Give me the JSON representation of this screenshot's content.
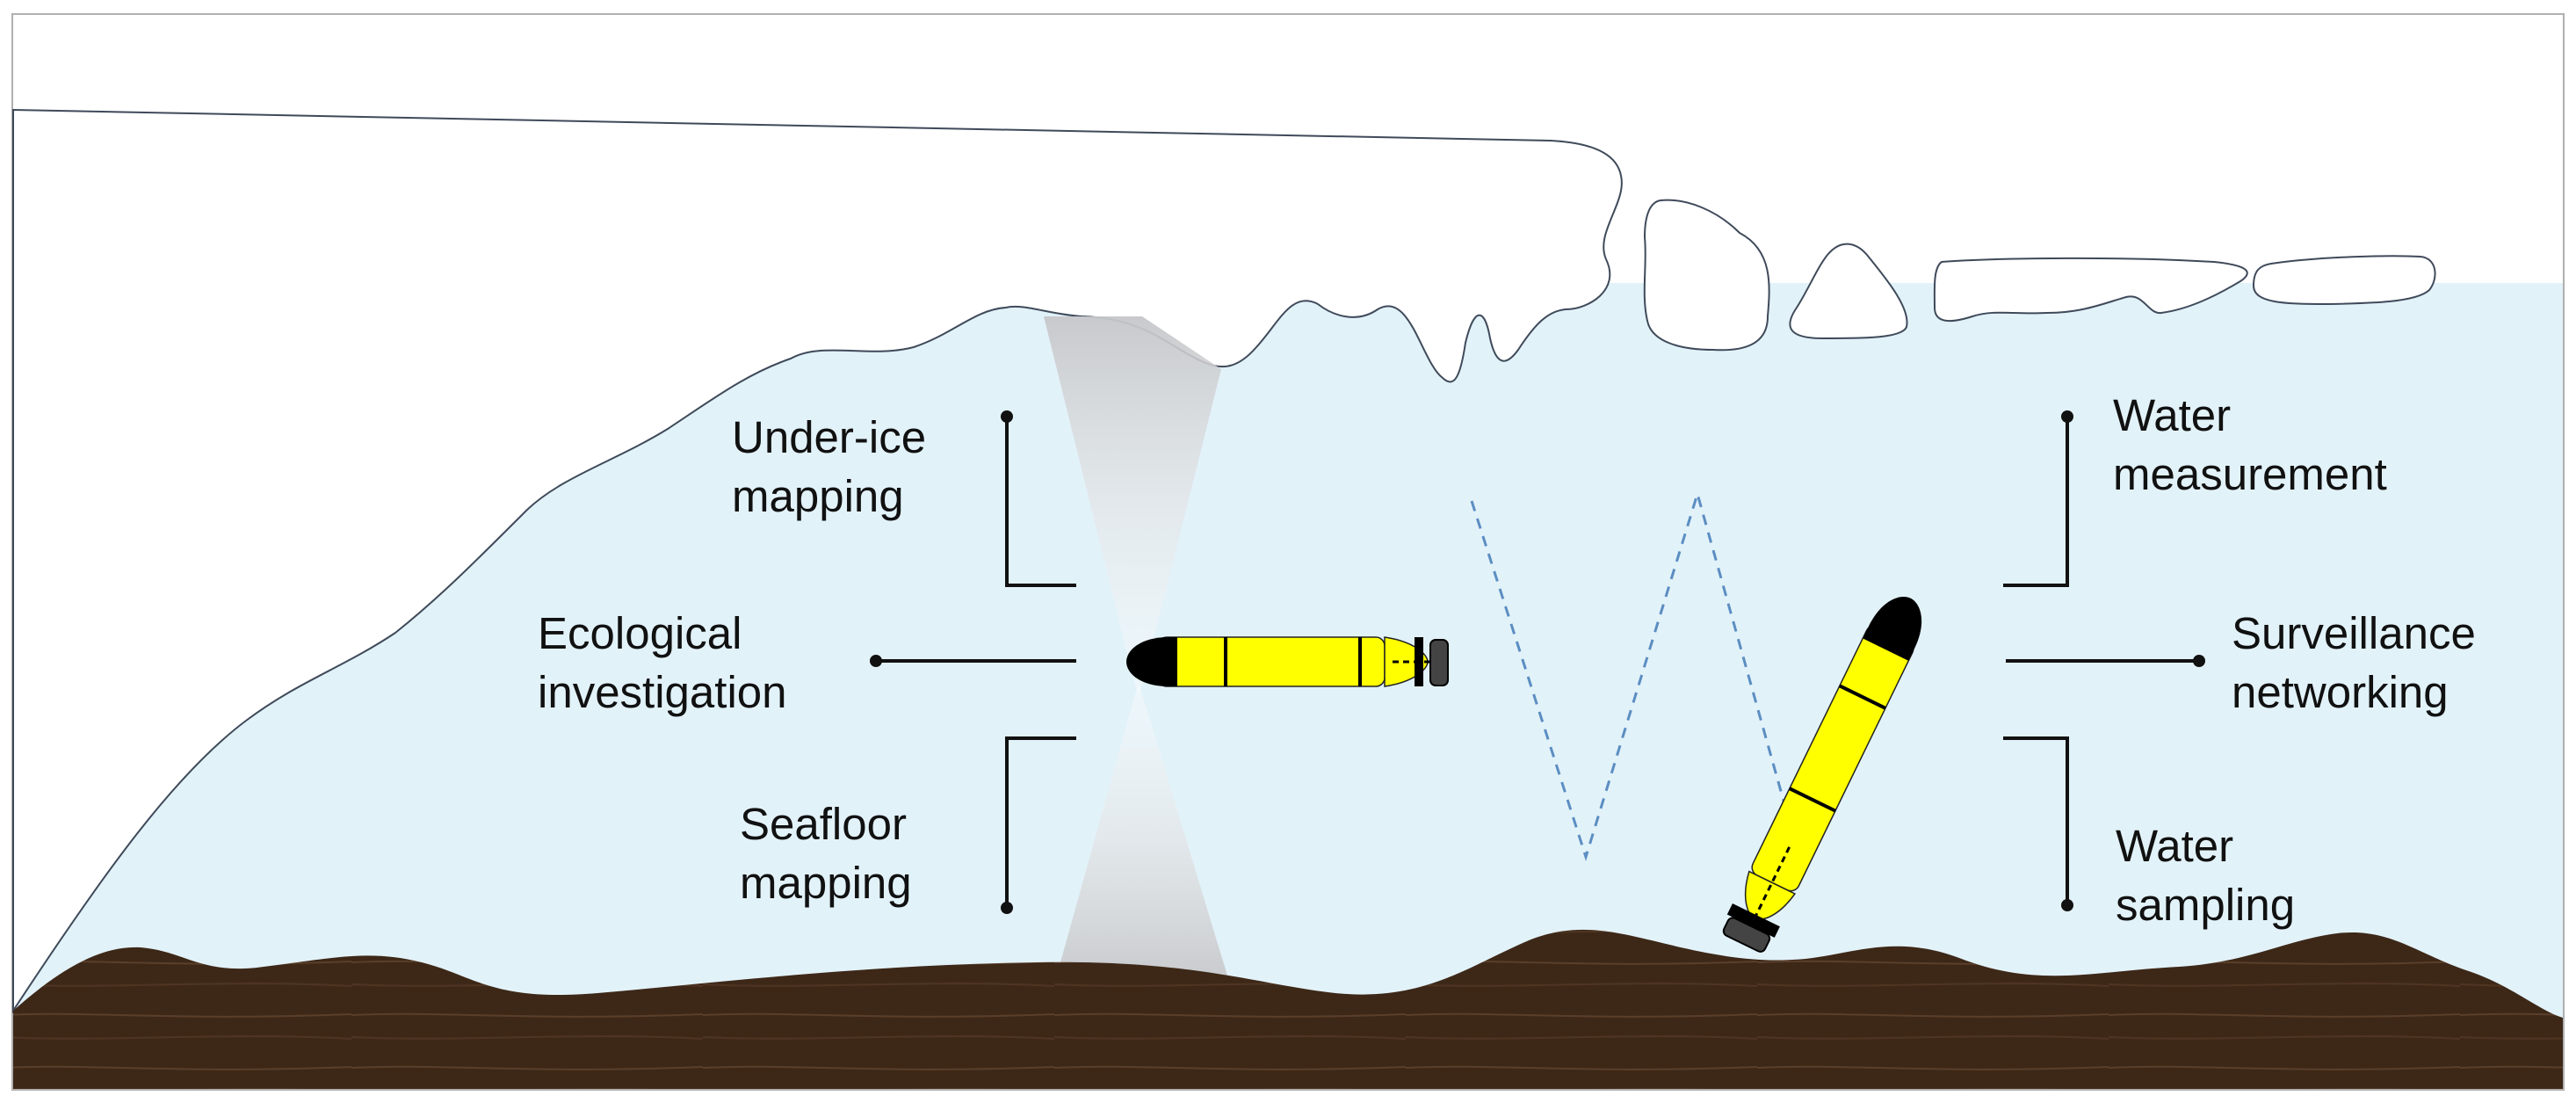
{
  "left_labels": {
    "under_ice": [
      "Under-ice",
      "mapping"
    ],
    "ecological": [
      "Ecological",
      "investigation"
    ],
    "seafloor": [
      "Seafloor",
      "mapping"
    ]
  },
  "right_labels": {
    "water_measurement": [
      "Water",
      "measurement"
    ],
    "surveillance": [
      "Surveillance",
      "networking"
    ],
    "water_sampling": [
      "Water",
      "sampling"
    ]
  },
  "colors": {
    "water": "#e2f2f9",
    "seafloor": "#3d2818",
    "auv_body": "#ffff00",
    "auv_nose": "#000000",
    "ice_outline": "#3f4a5a",
    "path_dash": "#5b8ec2",
    "sonar_beam": "#c9cacc"
  },
  "icons": [
    "auv-horizontal-icon",
    "auv-diving-icon",
    "sonar-beam-icon",
    "ice-shelf-icon",
    "ice-floe-icon",
    "seafloor-icon"
  ]
}
